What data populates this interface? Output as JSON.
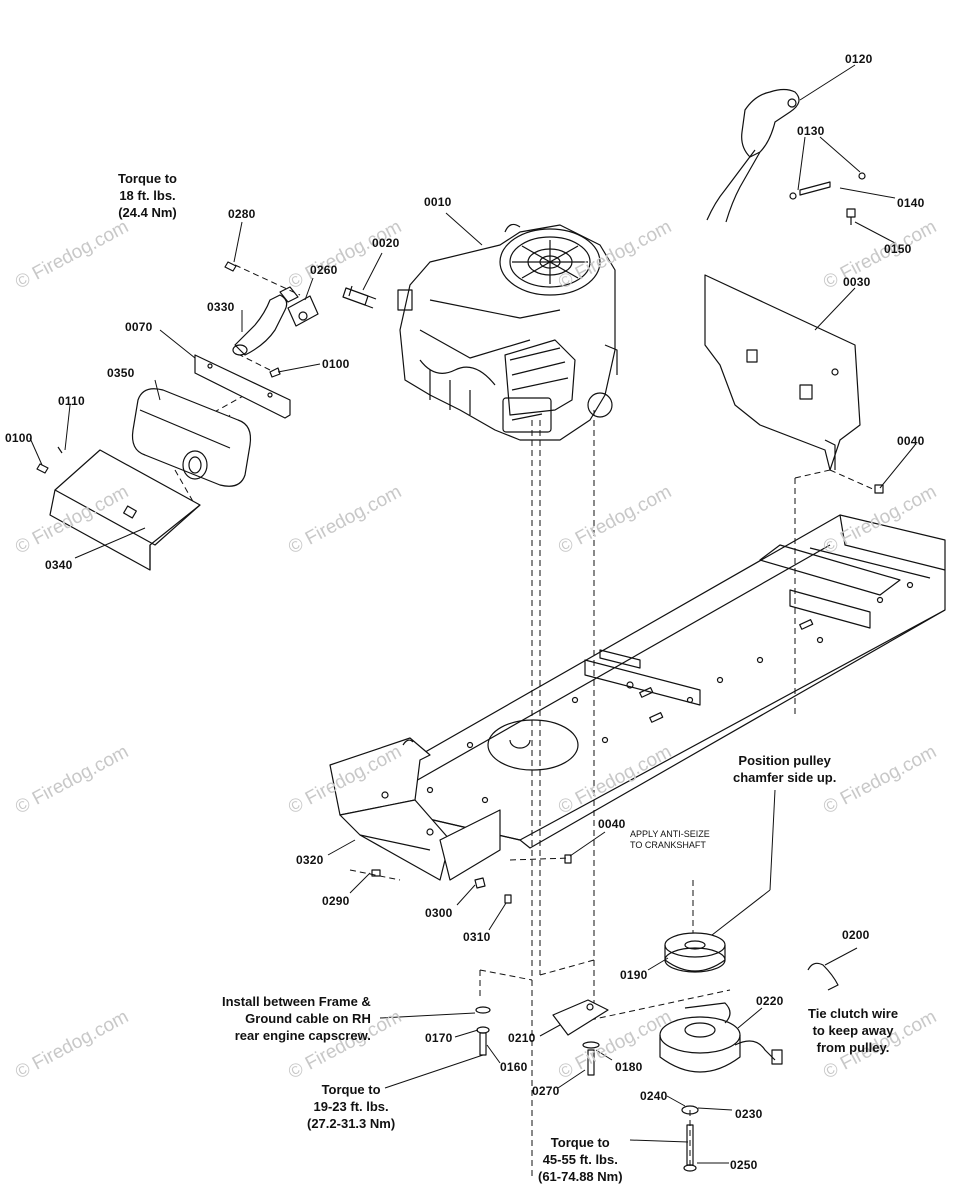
{
  "watermark": "© Firedog.com",
  "parts": [
    "0010",
    "0020",
    "0030",
    "0040",
    "0040",
    "0070",
    "0100",
    "0100",
    "0110",
    "0120",
    "0130",
    "0140",
    "0150",
    "0160",
    "0170",
    "0180",
    "0190",
    "0200",
    "0210",
    "0220",
    "0230",
    "0240",
    "0250",
    "0260",
    "0270",
    "0280",
    "0290",
    "0300",
    "0310",
    "0320",
    "0330",
    "0340",
    "0350"
  ],
  "notes": {
    "torque_muffler": [
      "Torque to",
      "18 ft. lbs.",
      "(24.4 Nm)"
    ],
    "pulley": [
      "Position pulley",
      "chamfer side up."
    ],
    "anti_seize": [
      "APPLY ANTI-SEIZE",
      "TO CRANKSHAFT"
    ],
    "ground": [
      "Install between Frame &",
      "Ground cable on RH",
      "rear engine capscrew."
    ],
    "torque_engine": [
      "Torque to",
      "19-23 ft. lbs.",
      "(27.2-31.3 Nm)"
    ],
    "clutch_wire": [
      "Tie clutch wire",
      "to keep away",
      "from pulley."
    ],
    "torque_clutch": [
      "Torque to",
      "45-55 ft. lbs.",
      "(61-74.88 Nm)"
    ]
  }
}
